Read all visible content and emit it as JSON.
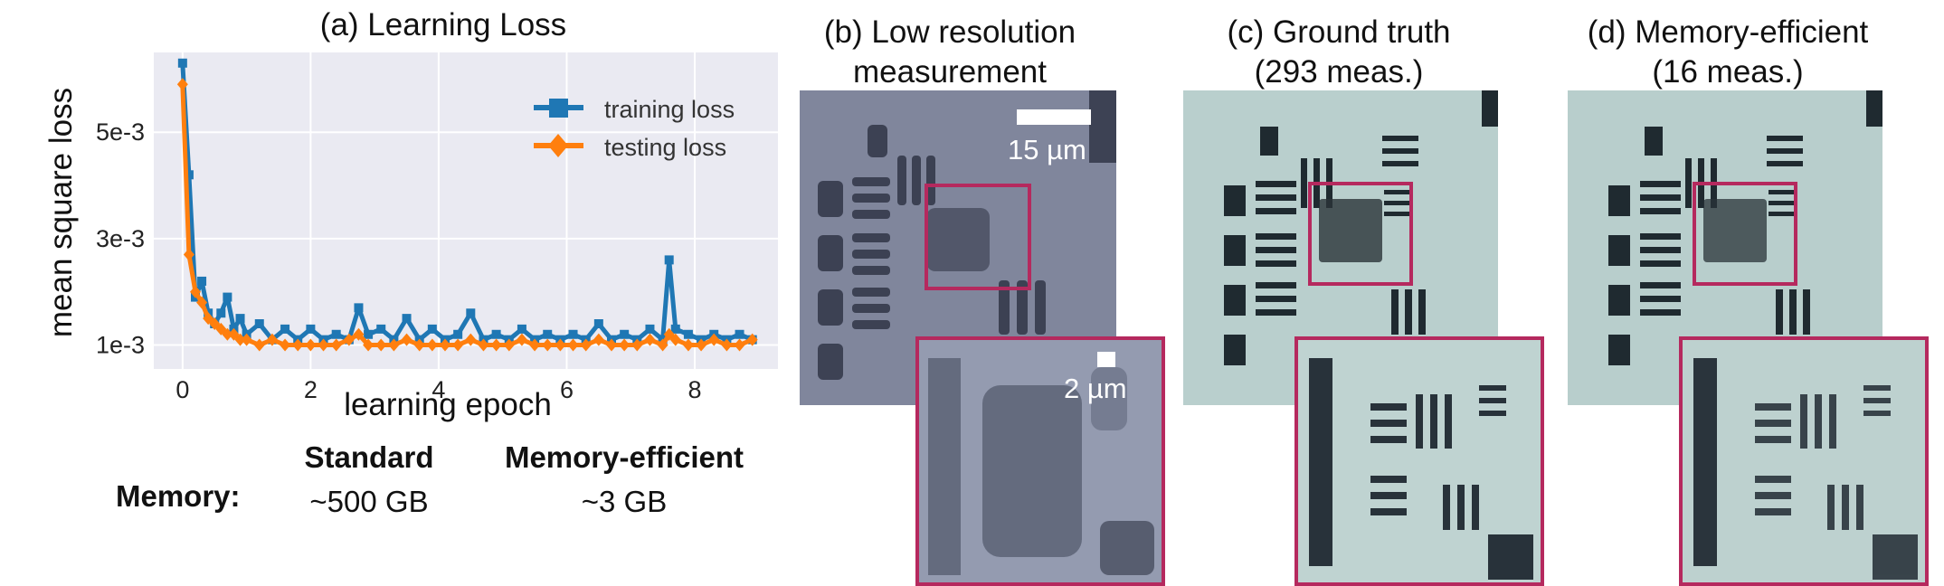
{
  "panel_a": {
    "title": "(a) Learning Loss",
    "xlabel": "learning epoch",
    "ylabel": "mean square loss",
    "x_ticks": [
      "0",
      "2",
      "4",
      "6",
      "8"
    ],
    "y_ticks": [
      "1e-3",
      "3e-3",
      "5e-3"
    ],
    "legend": [
      "training loss",
      "testing loss"
    ]
  },
  "memory_table": {
    "row_label": "Memory:",
    "col_headers": [
      "Standard",
      "Memory-efficient"
    ],
    "values": [
      "~500 GB",
      "~3 GB"
    ]
  },
  "panel_b": {
    "title": "(b) Low resolution\nmeasurement",
    "scale_main": "15 µm",
    "scale_inset": "2 µm"
  },
  "panel_c": {
    "title": "(c) Ground truth\n(293 meas.)"
  },
  "panel_d": {
    "title": "(d) Memory-efficient\n(16 meas.)"
  },
  "colors": {
    "training": "#1f77b4",
    "testing": "#ff7f0e",
    "plot_bg": "#eaeaf2",
    "highlight_box": "#b5295e",
    "low_res_image": "#8a91a6",
    "reconstruction_image": "#b9cfcd"
  },
  "chart_data": {
    "type": "line",
    "title": "(a) Learning Loss",
    "xlabel": "learning epoch",
    "ylabel": "mean square loss",
    "xlim": [
      -0.45,
      9.3
    ],
    "ylim": [
      0.00055,
      0.0065
    ],
    "grid": true,
    "legend_position": "top-right",
    "series": [
      {
        "name": "training loss",
        "marker": "square",
        "x": [
          0,
          0.1,
          0.2,
          0.3,
          0.4,
          0.5,
          0.6,
          0.7,
          0.8,
          0.9,
          1.0,
          1.2,
          1.4,
          1.6,
          1.8,
          2.0,
          2.2,
          2.4,
          2.6,
          2.75,
          2.9,
          3.1,
          3.3,
          3.5,
          3.7,
          3.9,
          4.1,
          4.3,
          4.5,
          4.7,
          4.9,
          5.1,
          5.3,
          5.5,
          5.7,
          5.9,
          6.1,
          6.3,
          6.5,
          6.7,
          6.9,
          7.1,
          7.3,
          7.5,
          7.6,
          7.7,
          7.9,
          8.1,
          8.3,
          8.5,
          8.7,
          8.9
        ],
        "values": [
          0.0063,
          0.0042,
          0.0019,
          0.0022,
          0.0016,
          0.0014,
          0.0016,
          0.0019,
          0.0013,
          0.0015,
          0.0012,
          0.0014,
          0.0011,
          0.0013,
          0.0011,
          0.0013,
          0.0011,
          0.0012,
          0.0011,
          0.0017,
          0.0012,
          0.0013,
          0.0011,
          0.0015,
          0.0011,
          0.0013,
          0.0011,
          0.0012,
          0.0016,
          0.0011,
          0.0012,
          0.0011,
          0.0013,
          0.0011,
          0.0012,
          0.0011,
          0.0012,
          0.0011,
          0.0014,
          0.0011,
          0.0012,
          0.0011,
          0.0013,
          0.0011,
          0.0026,
          0.0013,
          0.0012,
          0.0011,
          0.0012,
          0.0011,
          0.0012,
          0.0011
        ]
      },
      {
        "name": "testing loss",
        "marker": "diamond",
        "x": [
          0,
          0.1,
          0.2,
          0.3,
          0.4,
          0.5,
          0.6,
          0.7,
          0.8,
          0.9,
          1.0,
          1.2,
          1.4,
          1.6,
          1.8,
          2.0,
          2.2,
          2.4,
          2.6,
          2.75,
          2.9,
          3.1,
          3.3,
          3.5,
          3.7,
          3.9,
          4.1,
          4.3,
          4.5,
          4.7,
          4.9,
          5.1,
          5.3,
          5.5,
          5.7,
          5.9,
          6.1,
          6.3,
          6.5,
          6.7,
          6.9,
          7.1,
          7.3,
          7.5,
          7.6,
          7.7,
          7.9,
          8.1,
          8.3,
          8.5,
          8.7,
          8.9
        ],
        "values": [
          0.0059,
          0.0027,
          0.002,
          0.0018,
          0.0015,
          0.0014,
          0.0013,
          0.0012,
          0.0012,
          0.0011,
          0.0011,
          0.001,
          0.0011,
          0.001,
          0.001,
          0.001,
          0.001,
          0.001,
          0.0011,
          0.0012,
          0.001,
          0.001,
          0.001,
          0.0011,
          0.001,
          0.001,
          0.001,
          0.001,
          0.0011,
          0.001,
          0.001,
          0.001,
          0.0011,
          0.001,
          0.001,
          0.001,
          0.001,
          0.001,
          0.0011,
          0.001,
          0.001,
          0.001,
          0.0011,
          0.001,
          0.0012,
          0.0011,
          0.001,
          0.001,
          0.0011,
          0.001,
          0.001,
          0.0011
        ]
      }
    ]
  }
}
